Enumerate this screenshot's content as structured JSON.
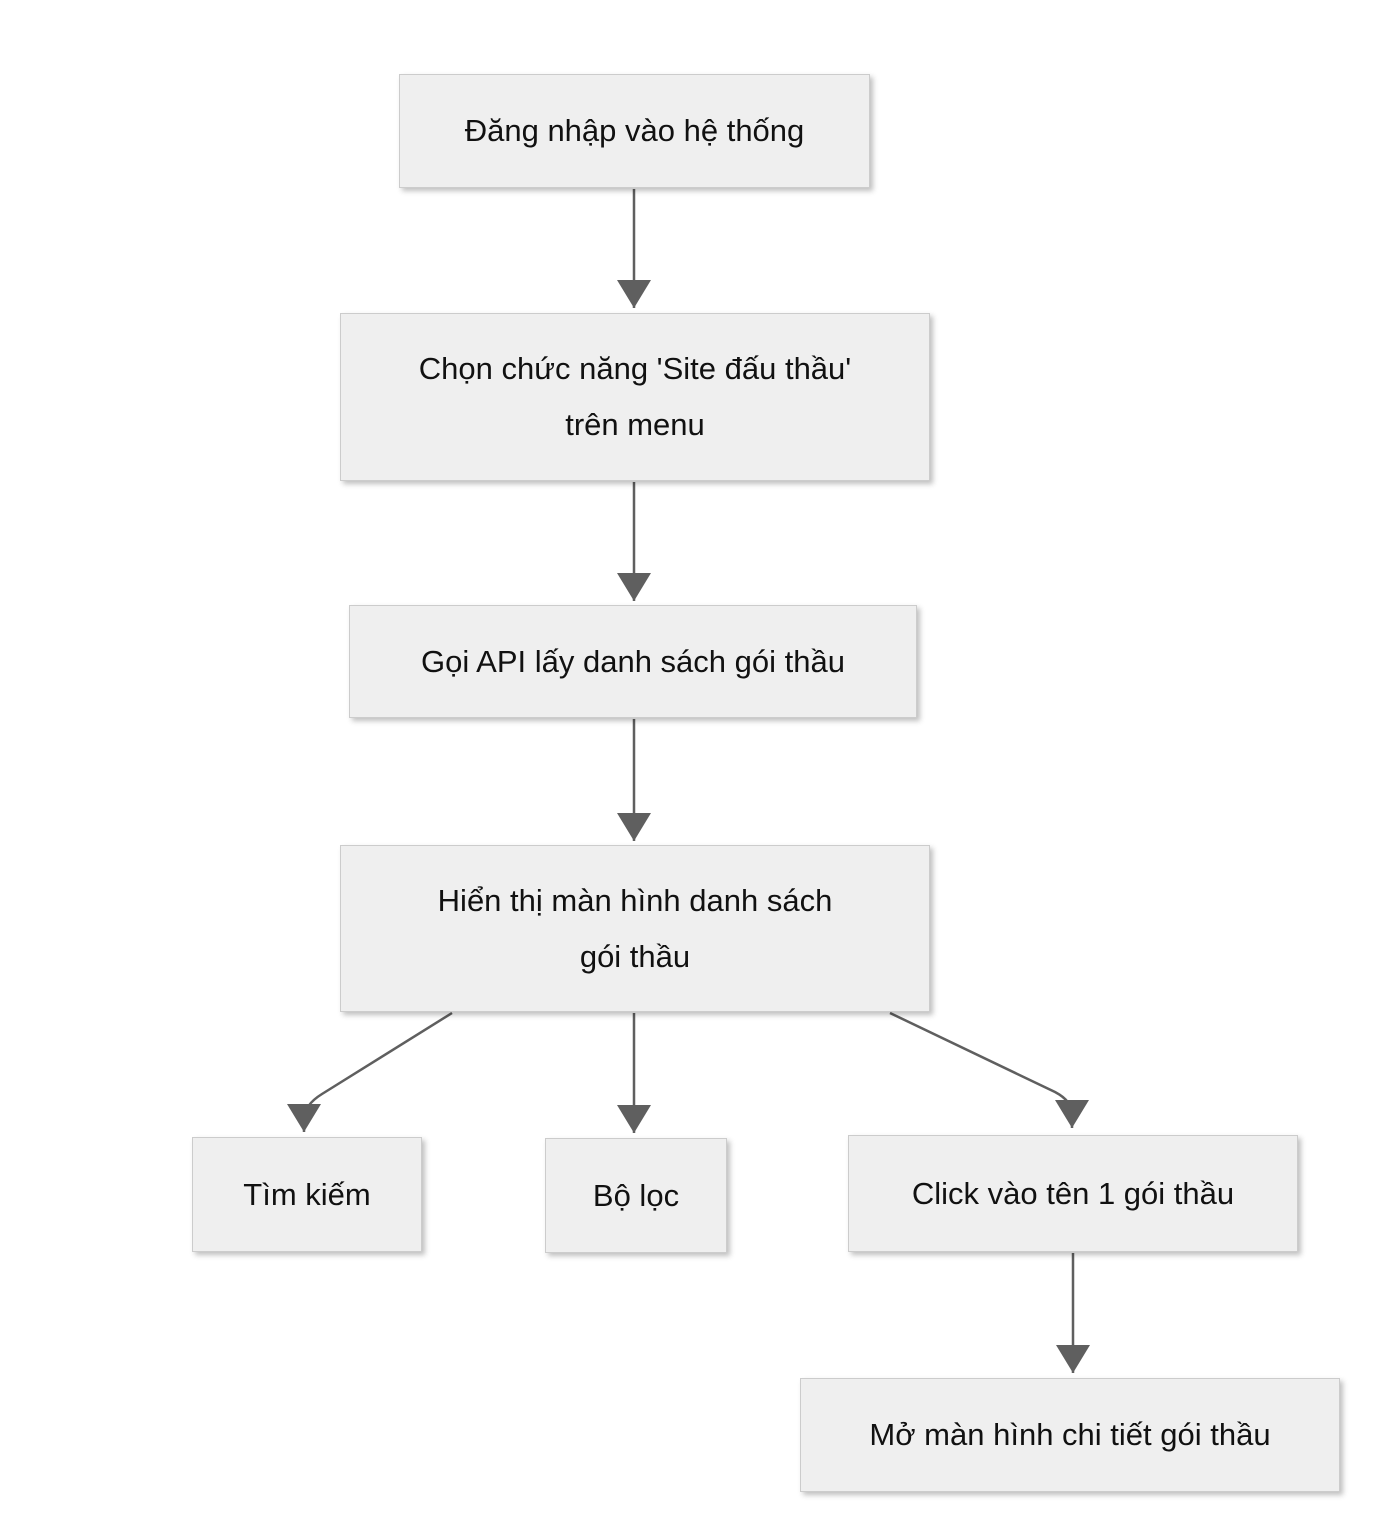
{
  "diagram": {
    "type": "flowchart",
    "colors": {
      "background": "#ffffff",
      "node_fill": "#efefef",
      "node_border": "#cccccc",
      "arrow": "#5f5f5f",
      "text": "#111111"
    },
    "nodes": [
      {
        "id": "login",
        "label": "Đăng nhập vào hệ thống"
      },
      {
        "id": "select-menu",
        "label": "Chọn chức năng 'Site đấu thầu'\ntrên menu"
      },
      {
        "id": "call-api",
        "label": "Gọi API lấy danh sách gói thầu"
      },
      {
        "id": "show-list",
        "label": "Hiển thị màn hình danh sách\ngói thầu"
      },
      {
        "id": "search",
        "label": "Tìm kiếm"
      },
      {
        "id": "filter",
        "label": "Bộ lọc"
      },
      {
        "id": "click-package",
        "label": "Click vào tên 1 gói thầu"
      },
      {
        "id": "open-detail",
        "label": "Mở màn hình chi tiết gói thầu"
      }
    ],
    "edges": [
      {
        "from": "login",
        "to": "select-menu"
      },
      {
        "from": "select-menu",
        "to": "call-api"
      },
      {
        "from": "call-api",
        "to": "show-list"
      },
      {
        "from": "show-list",
        "to": "search"
      },
      {
        "from": "show-list",
        "to": "filter"
      },
      {
        "from": "show-list",
        "to": "click-package"
      },
      {
        "from": "click-package",
        "to": "open-detail"
      }
    ]
  }
}
